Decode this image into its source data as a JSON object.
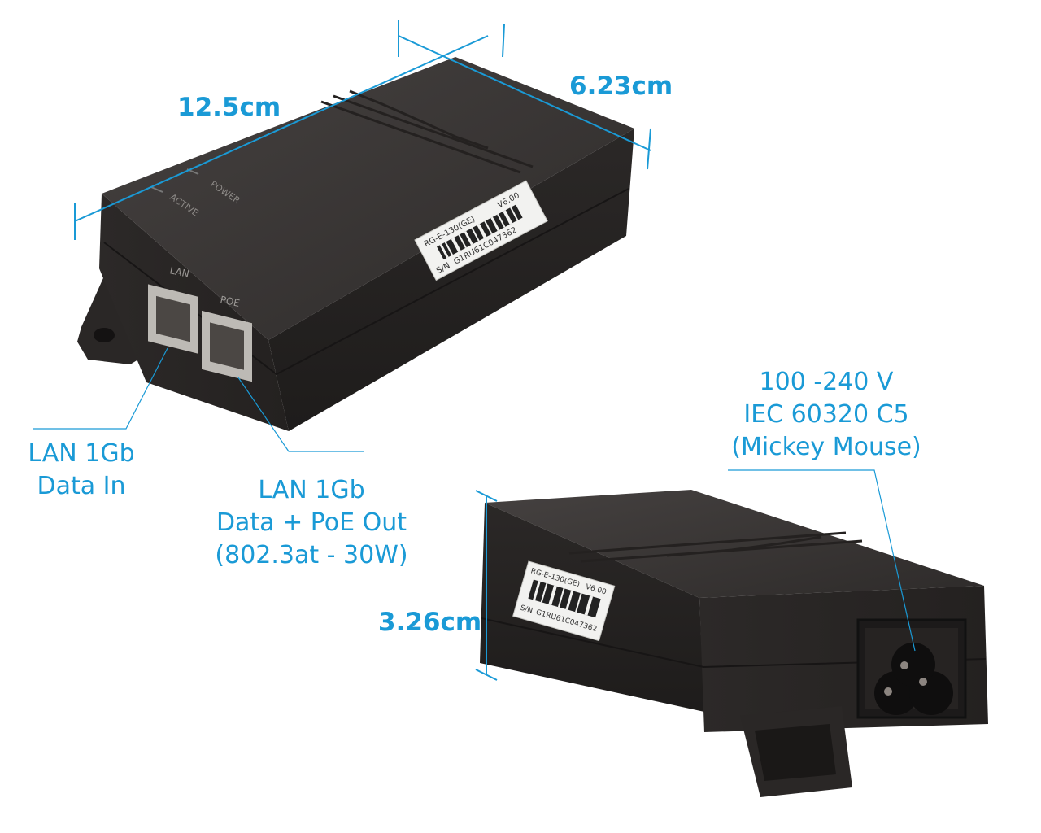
{
  "dimensions": {
    "length": "12.5cm",
    "width": "6.23cm",
    "height": "3.26cm"
  },
  "device_text": {
    "port_lan": "LAN",
    "port_poe": "POE",
    "led_power": "POWER",
    "led_active": "ACTIVE",
    "label_model": "RG-E-130(GE)",
    "label_version": "V6.00",
    "label_serial_prefix": "S/N",
    "label_serial": "G1RU61C047362"
  },
  "callouts": {
    "lan_in": [
      "LAN 1Gb",
      "Data In"
    ],
    "poe_out": [
      "LAN 1Gb",
      "Data + PoE Out",
      "(802.3at - 30W)"
    ],
    "power_in": [
      "100 -240 V",
      "IEC 60320 C5",
      "(Mickey Mouse)"
    ]
  },
  "colors": {
    "accent": "#1a9ad6",
    "device_body": "#2f2c2b",
    "device_top": "#3b3837",
    "label_bg": "#f2f2f0"
  }
}
